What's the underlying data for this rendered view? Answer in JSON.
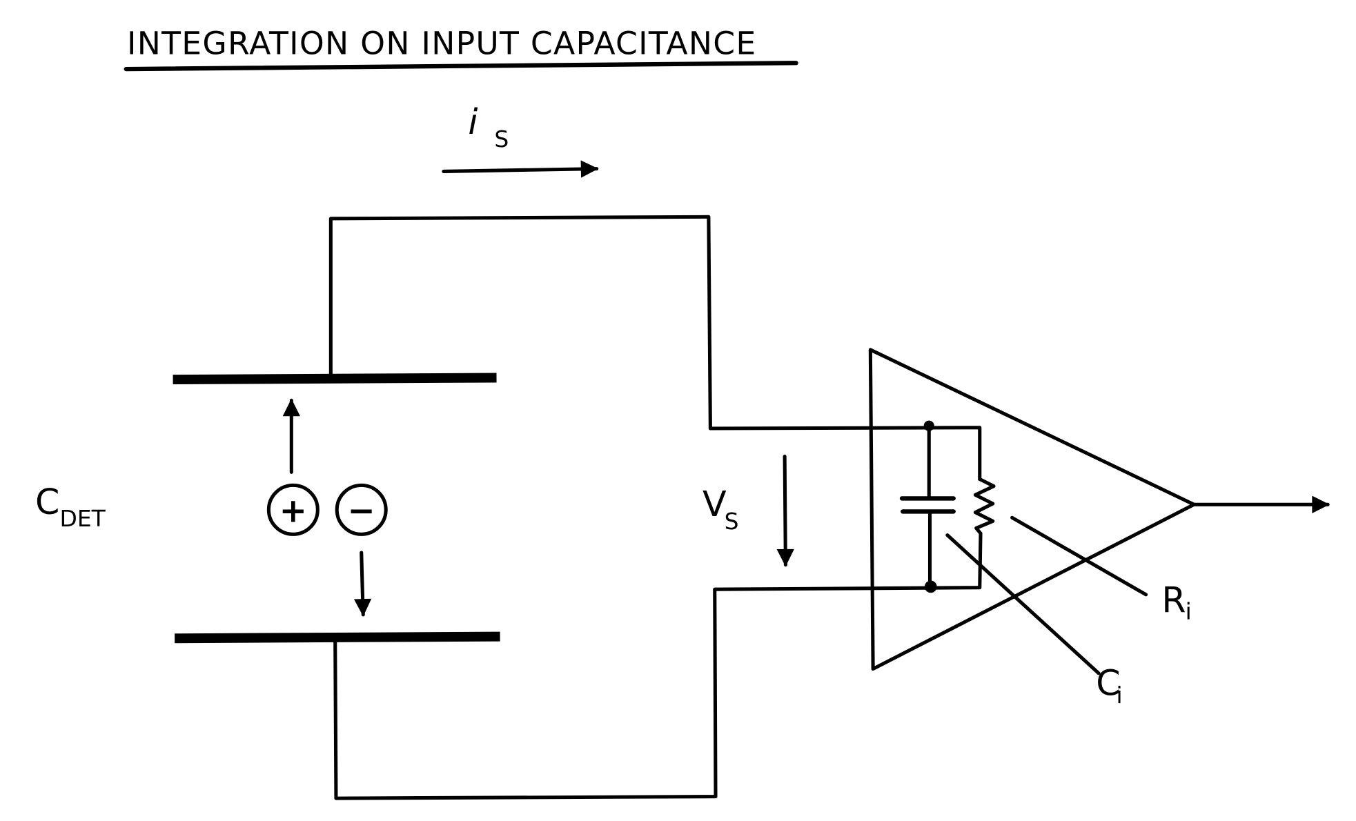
{
  "diagram": {
    "title": "INTEGRATION ON INPUT CAPACITANCE",
    "current_label": {
      "main": "i",
      "sub": "S"
    },
    "detector_capacitance_label": {
      "main": "C",
      "sub": "DET"
    },
    "signal_voltage_label": {
      "main": "V",
      "sub": "S"
    },
    "charge_symbols": {
      "positive": "+",
      "negative": "−"
    },
    "input_resistance_label": {
      "main": "R",
      "sub": "i"
    },
    "input_capacitance_label": {
      "main": "C",
      "sub": "i"
    }
  },
  "colors": {
    "ink": "#000000",
    "paper": "#ffffff"
  }
}
